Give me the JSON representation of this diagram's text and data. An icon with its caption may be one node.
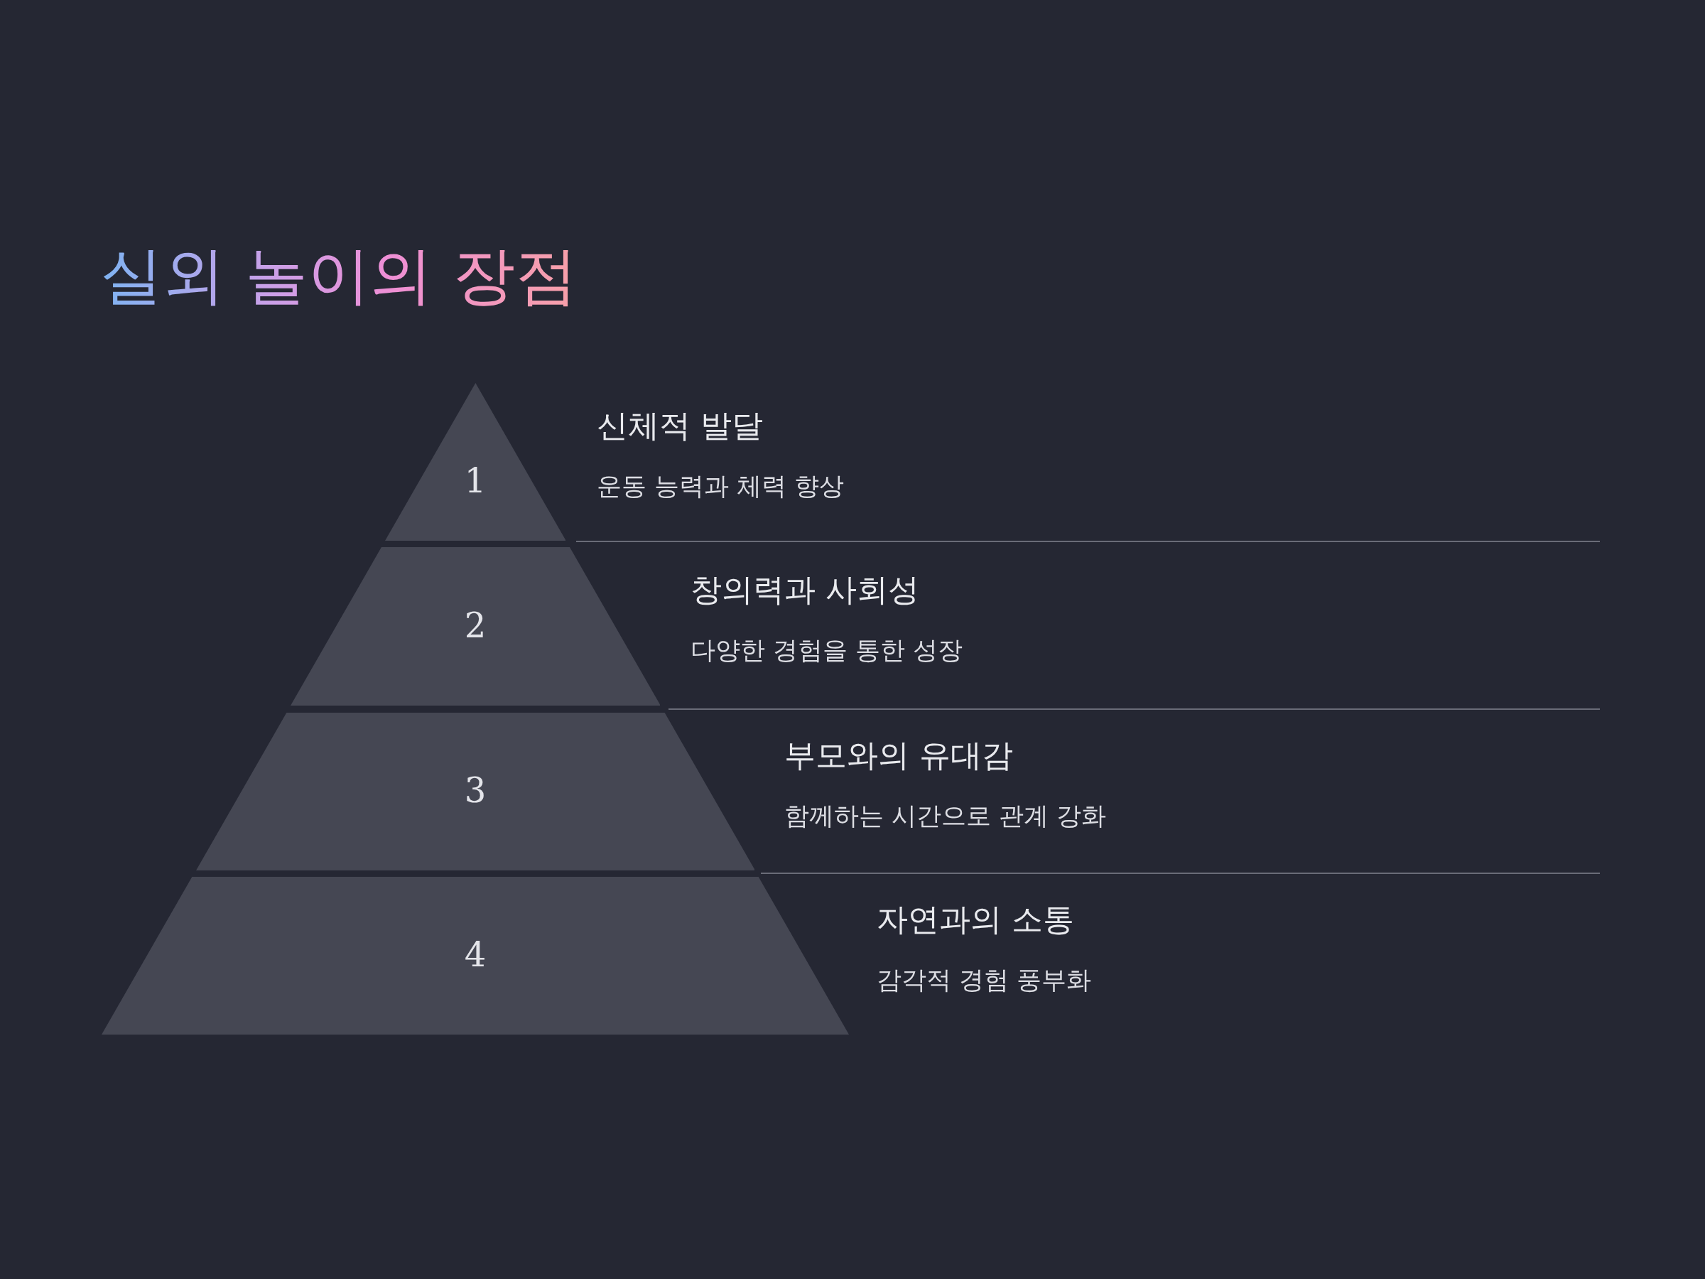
{
  "diagram": {
    "title": "실외 놀이의 장점",
    "nodes": [
      {
        "text": [
          "1"
        ],
        "beside": [
          "신체적 발달",
          "운동 능력과 체력 향상"
        ]
      },
      {
        "text": [
          "2"
        ],
        "beside": [
          "창의력과 사회성",
          "다양한 경험을 통한 성장"
        ]
      },
      {
        "text": [
          "3"
        ],
        "beside": [
          "부모와의 유대감",
          "함께하는 시간으로 관계 강화"
        ]
      },
      {
        "text": [
          "4"
        ],
        "beside": [
          "자연과의 소통",
          "감각적 경험 풍부화"
        ]
      }
    ]
  }
}
